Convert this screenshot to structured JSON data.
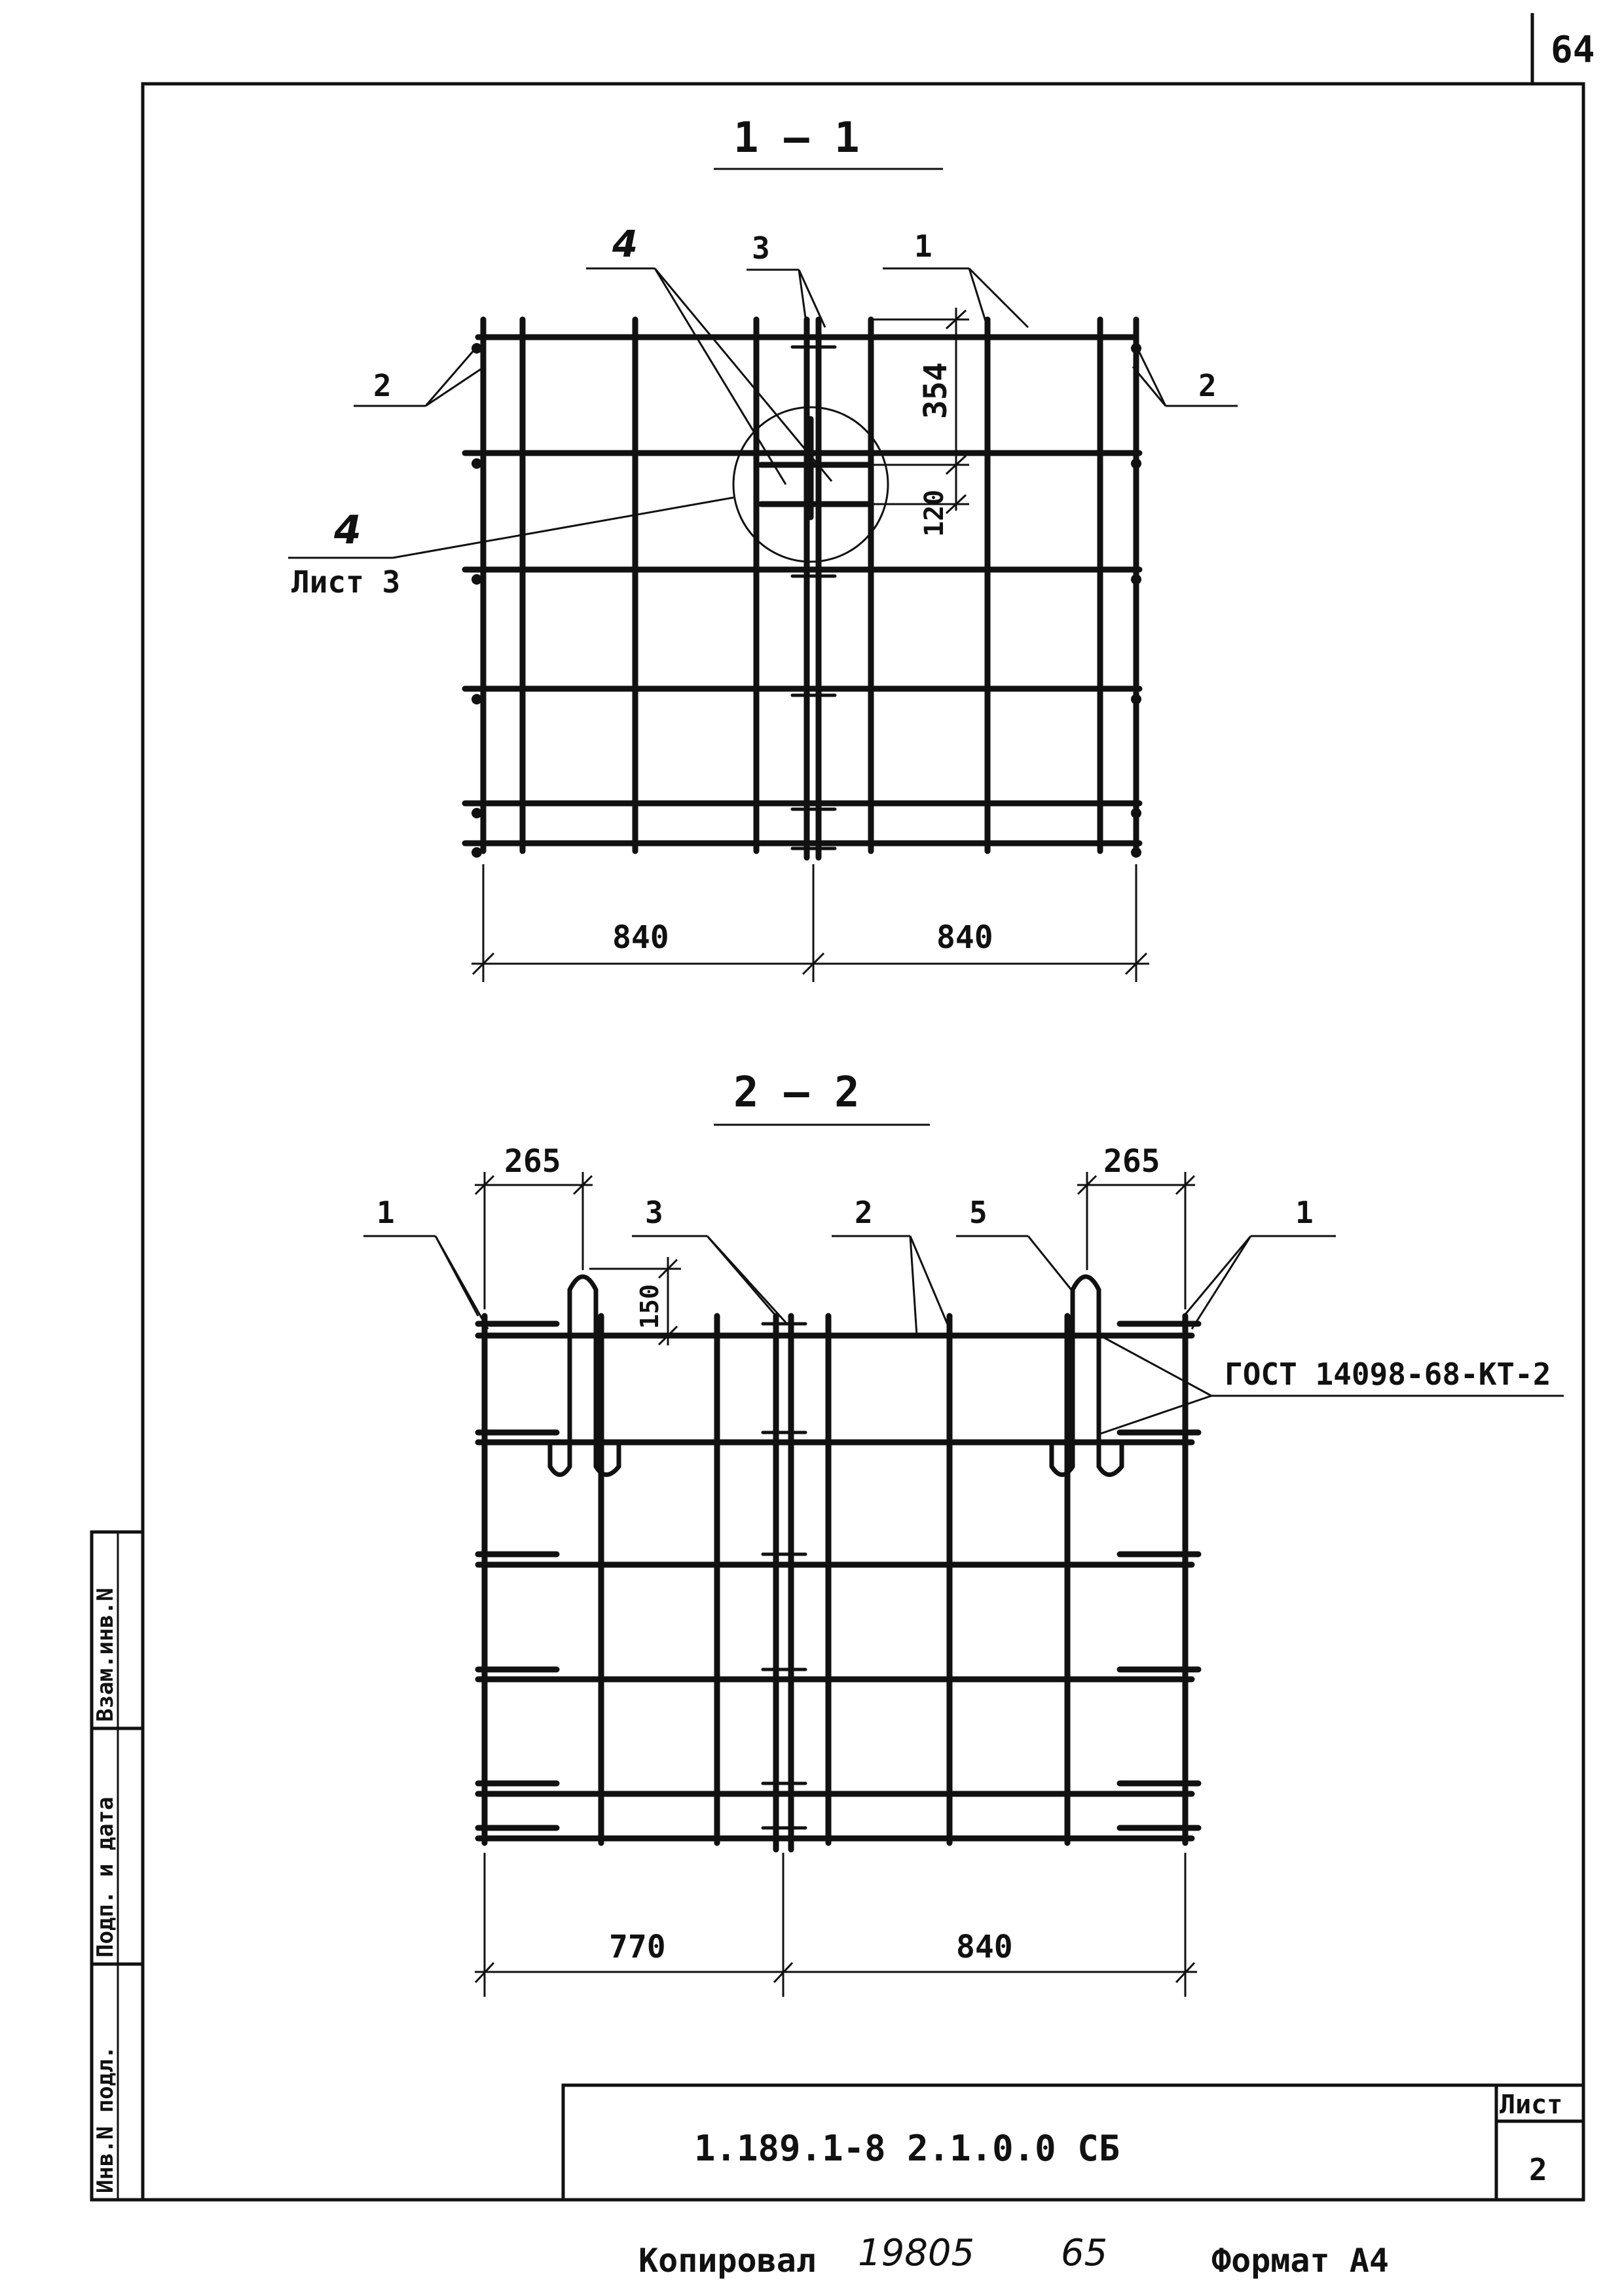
{
  "sheet": {
    "page_number": "64",
    "designation": "1.189.1-8 2.1.0.0 СБ",
    "sheet_label": "Лист",
    "sheet_number": "2"
  },
  "section_1": {
    "title": "1 — 1",
    "callouts": [
      "1",
      "2",
      "2",
      "3",
      "4"
    ],
    "detail_ref_number": "4",
    "detail_ref_sheet": "Лист 3",
    "dims": {
      "left": "840",
      "right": "840",
      "vert_top": "354",
      "vert_small": "120"
    }
  },
  "section_2": {
    "title": "2 — 2",
    "callouts": [
      "1",
      "1",
      "2",
      "3",
      "5"
    ],
    "dims": {
      "top_left": "265",
      "top_right": "265",
      "vert": "150",
      "bottom_left": "770",
      "bottom_right": "840"
    },
    "gost_note": "ГОСТ 14098-68-КТ-2"
  },
  "side_stamp": {
    "cells": [
      "Инв.N подл.",
      "Подп. и дата",
      "Взам.инв.N"
    ]
  },
  "footer": {
    "copied_label": "Копировал",
    "copied_number": "19805",
    "copied_number2": "65",
    "format": "Формат А4"
  }
}
